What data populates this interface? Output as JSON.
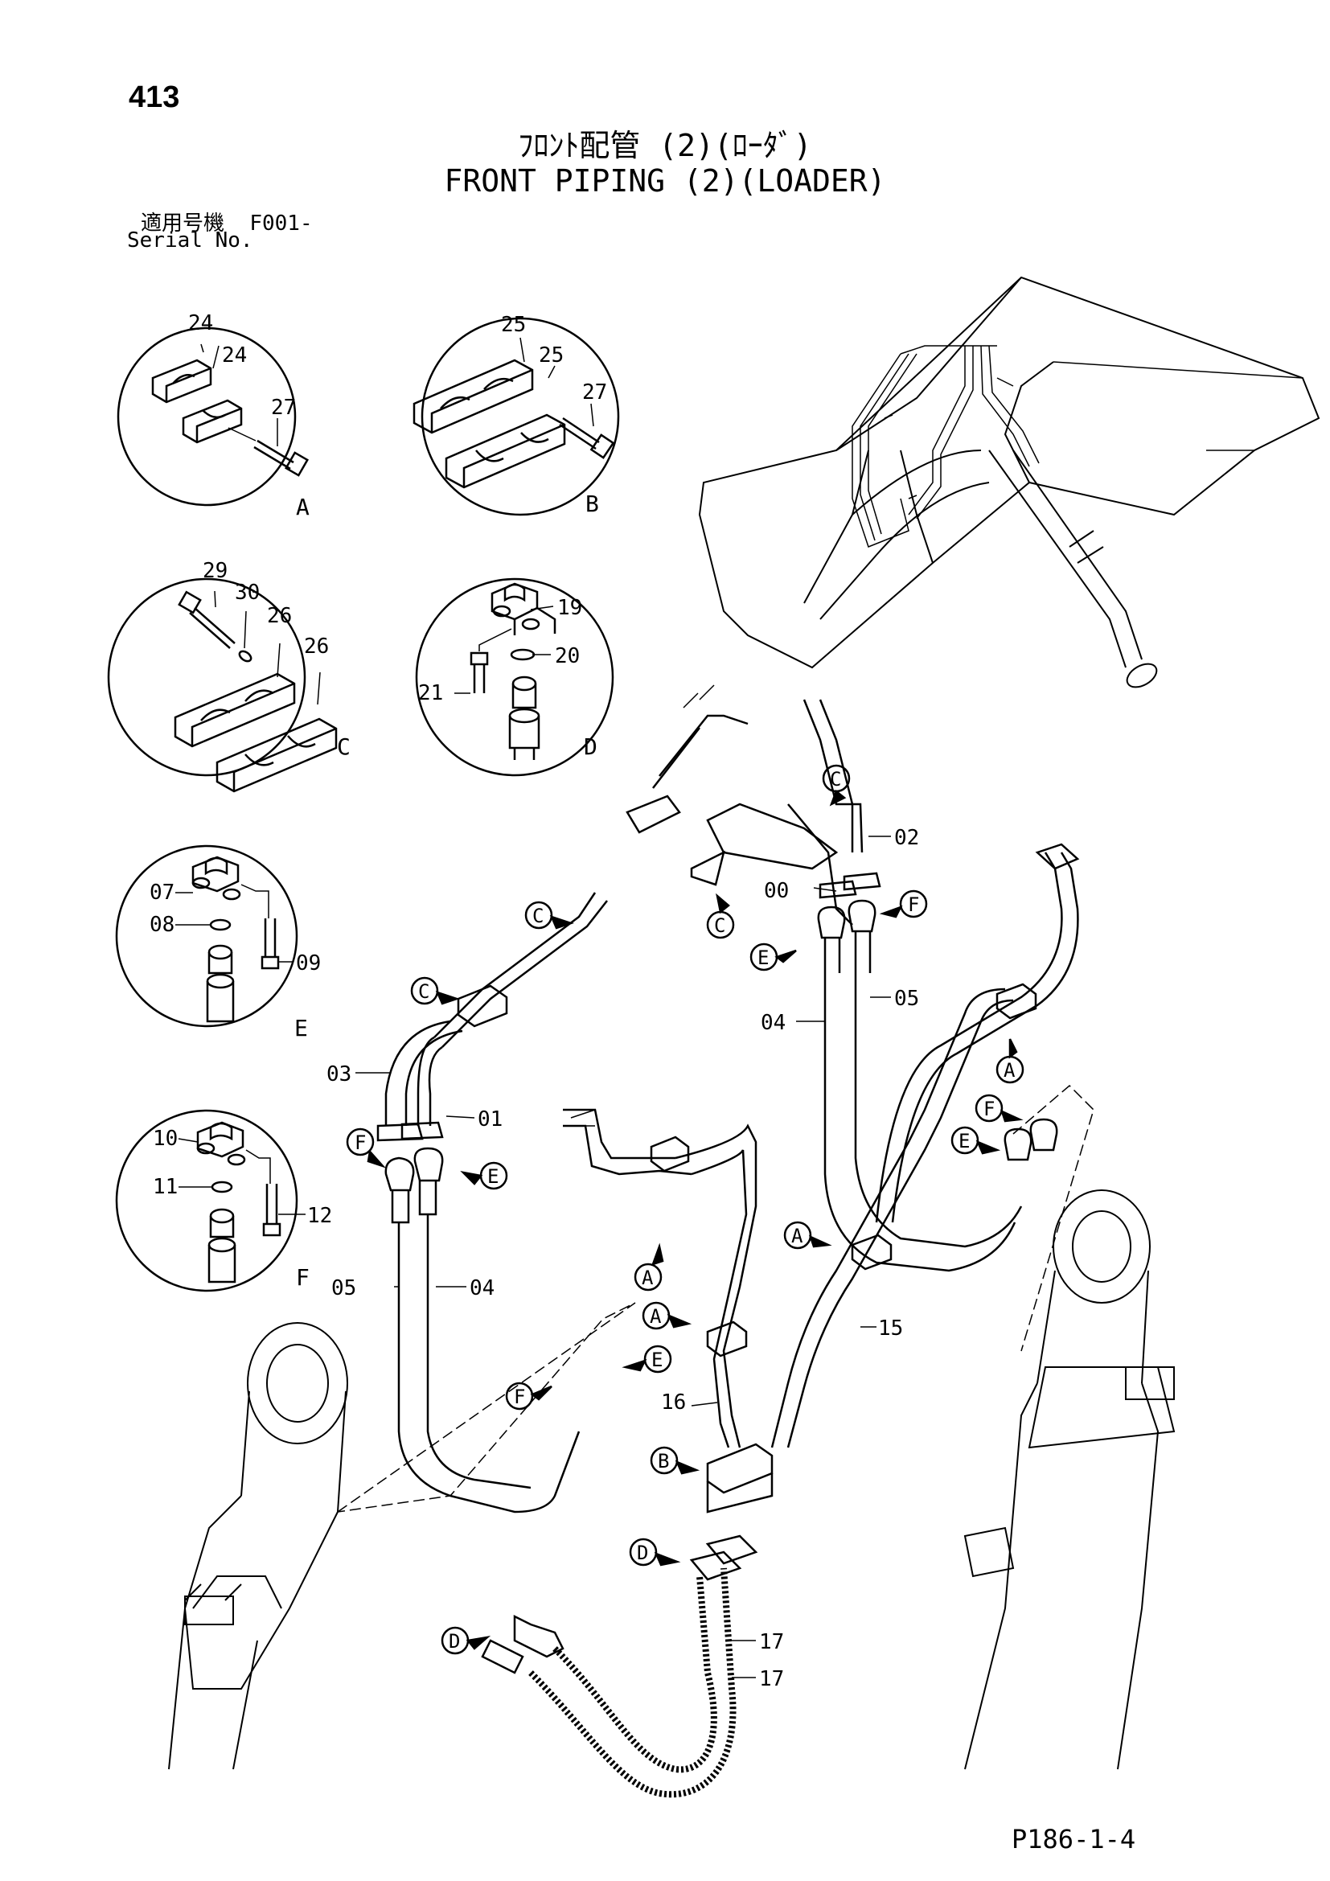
{
  "header": {
    "page_number": "413",
    "title_jp": "ﾌﾛﾝﾄ配管 (2)(ﾛｰﾀﾞ)",
    "title_en": "FRONT PIPING (2)(LOADER)",
    "serial_label_jp": "適用号機",
    "serial_value": "F001-",
    "serial_label_en": "Serial No."
  },
  "footer": {
    "drawing_code": "P186-1-4"
  },
  "detail_views": [
    {
      "letter": "A",
      "parts": [
        "24",
        "24",
        "27"
      ]
    },
    {
      "letter": "B",
      "parts": [
        "25",
        "25",
        "27"
      ]
    },
    {
      "letter": "C",
      "parts": [
        "29",
        "30",
        "26",
        "26"
      ]
    },
    {
      "letter": "D",
      "parts": [
        "19",
        "20",
        "21"
      ]
    },
    {
      "letter": "E",
      "parts": [
        "07",
        "08",
        "09"
      ]
    },
    {
      "letter": "F",
      "parts": [
        "10",
        "11",
        "12"
      ]
    }
  ],
  "main_callouts": [
    "02",
    "00",
    "05",
    "04",
    "03",
    "01",
    "05",
    "04",
    "15",
    "16",
    "17",
    "17"
  ],
  "clamp_markers": [
    "C",
    "C",
    "C",
    "C",
    "F",
    "E",
    "F",
    "E",
    "A",
    "A",
    "A",
    "A",
    "B",
    "D",
    "D",
    "E",
    "F",
    "F",
    "E"
  ]
}
